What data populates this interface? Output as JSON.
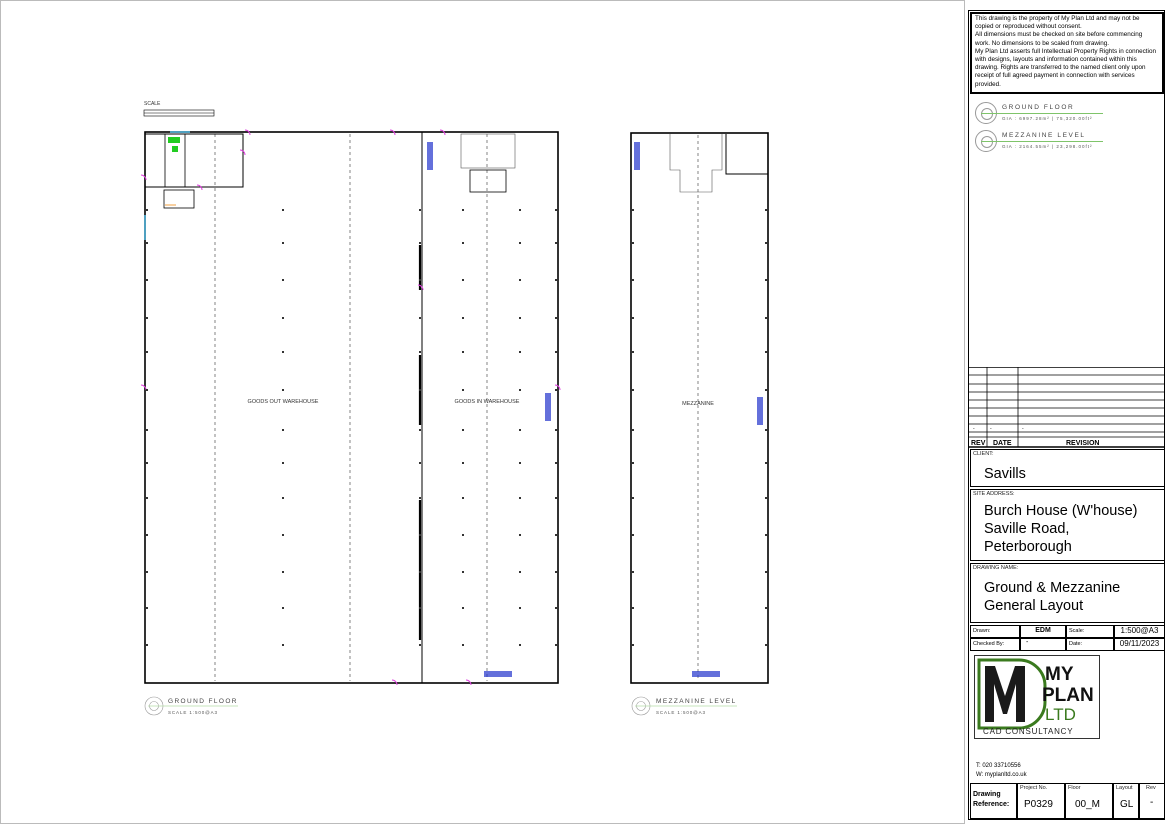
{
  "notice": {
    "lines": [
      "This drawing is the property of My Plan Ltd and may not be copied or reproduced without consent.",
      "All dimensions must be checked on site before commencing work. No dimensions to be scaled from drawing.",
      "My Plan Ltd asserts full Intellectual Property Rights in connection with designs, layouts and information contained within this drawing. Rights are transferred to the named client only upon receipt of full agreed payment in connection with services provided."
    ]
  },
  "area_legend": [
    {
      "title": "GROUND FLOOR",
      "gia": "GIA : 6997.28m² | 75,320.00ft²"
    },
    {
      "title": "MEZZANINE LEVEL",
      "gia": "GIA : 2164.55m² | 23,298.00ft²"
    }
  ],
  "plan": {
    "scale_bar_label": "SCALE",
    "rooms": {
      "goods_out": "GOODS OUT WAREHOUSE",
      "goods_in": "GOODS IN WAREHOUSE",
      "mezzanine": "MEZZANINE"
    },
    "captions": [
      {
        "title": "GROUND FLOOR",
        "scale": "SCALE 1:500@A3"
      },
      {
        "title": "MEZZANINE LEVEL",
        "scale": "SCALE 1:500@A3"
      }
    ],
    "colors": {
      "door": "#e040e0",
      "window": "#4fa0c0",
      "wc": "#22cc22",
      "stair": "#2233cc",
      "kitchen": "#f0a040"
    }
  },
  "revisions": {
    "headers": [
      "REV",
      "DATE",
      "REVISION"
    ],
    "rows": [
      [
        "-",
        "-",
        "-"
      ]
    ]
  },
  "client": {
    "label": "CLIENT:",
    "value": "Savills"
  },
  "site_address": {
    "label": "SITE ADDRESS:",
    "lines": [
      "Burch House (W'house)",
      "Saville Road,",
      "Peterborough"
    ]
  },
  "drawing_name": {
    "label": "DRAWING NAME:",
    "lines": [
      "Ground & Mezzanine",
      "General Layout"
    ]
  },
  "meta": {
    "drawn_label": "Drawn:",
    "drawn": "EDM",
    "scale_label": "Scale:",
    "scale": "1:500@A3",
    "checked_label": "Checked By:",
    "checked": "-",
    "date_label": "Date:",
    "date": "09/11/2023"
  },
  "company": {
    "logo_text": [
      "MY",
      "PLAN",
      "LTD",
      "CAD CONSULTANCY"
    ],
    "phone": "T: 020 33710556",
    "web": "W: myplanltd.co.uk",
    "brand_color": "#3a7a1e"
  },
  "reference": {
    "label": "Drawing Reference:",
    "project_label": "Project No.",
    "project": "P0329",
    "floor_label": "Floor",
    "floor": "00_M",
    "layout_label": "Layout",
    "layout": "GL",
    "rev_label": "Rev",
    "rev": "-"
  }
}
